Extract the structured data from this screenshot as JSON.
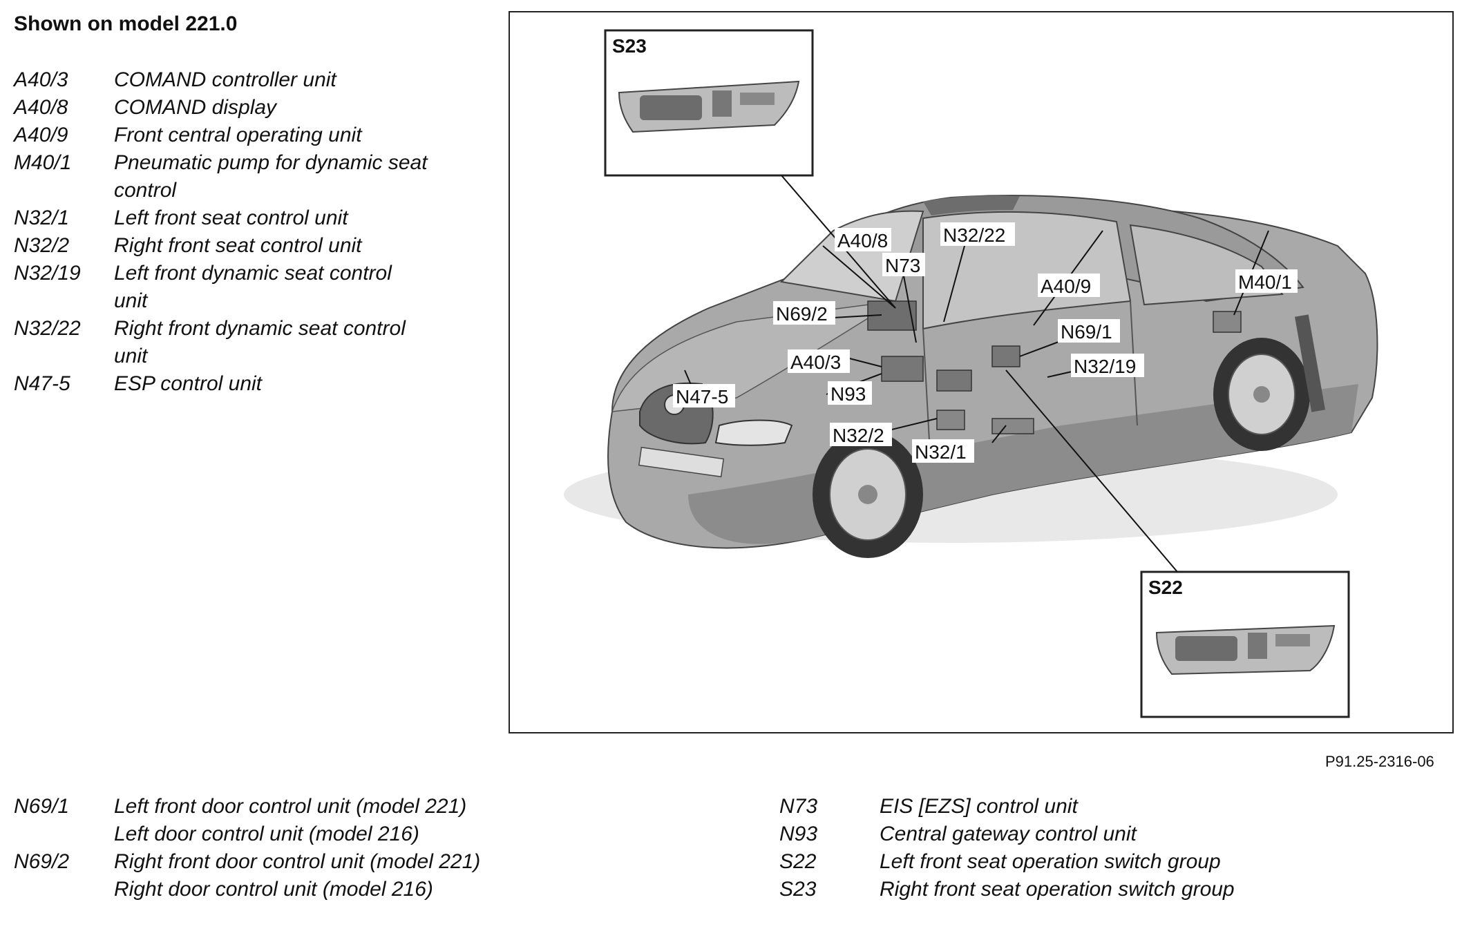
{
  "heading": "Shown on model 221.0",
  "legend_top": [
    {
      "code": "A40/3",
      "lines": [
        "COMAND controller unit"
      ]
    },
    {
      "code": "A40/8",
      "lines": [
        "COMAND display"
      ]
    },
    {
      "code": "A40/9",
      "lines": [
        "Front central operating unit"
      ]
    },
    {
      "code": "M40/1",
      "lines": [
        "Pneumatic pump for dynamic seat",
        "control"
      ]
    },
    {
      "code": "N32/1",
      "lines": [
        "Left front seat control unit"
      ]
    },
    {
      "code": "N32/2",
      "lines": [
        "Right front seat control unit"
      ]
    },
    {
      "code": "N32/19",
      "lines": [
        "Left front dynamic seat control",
        "unit"
      ]
    },
    {
      "code": "N32/22",
      "lines": [
        "Right front dynamic seat control",
        "unit"
      ]
    },
    {
      "code": "N47-5",
      "lines": [
        "ESP control unit"
      ]
    }
  ],
  "legend_bottom_left": [
    {
      "code": "N69/1",
      "lines": [
        "Left front door control unit (model 221)",
        "Left door control unit (model 216)"
      ]
    },
    {
      "code": "N69/2",
      "lines": [
        "Right front door control unit (model 221)",
        "Right door control unit (model 216)"
      ]
    }
  ],
  "legend_bottom_right": [
    {
      "code": "N73",
      "lines": [
        "EIS [EZS] control unit"
      ]
    },
    {
      "code": "N93",
      "lines": [
        "Central gateway control unit"
      ]
    },
    {
      "code": "S22",
      "lines": [
        "Left front seat operation switch group"
      ]
    },
    {
      "code": "S23",
      "lines": [
        "Right front seat operation switch group"
      ]
    }
  ],
  "figure_id": "P91.25-2316-06",
  "insets": {
    "top": "S23",
    "bottom": "S22"
  },
  "callouts": {
    "a40_8": "A40/8",
    "n32_22": "N32/22",
    "n73": "N73",
    "a40_9": "A40/9",
    "m40_1": "M40/1",
    "n69_2": "N69/2",
    "n69_1": "N69/1",
    "a40_3": "A40/3",
    "n32_19": "N32/19",
    "n47_5": "N47-5",
    "n93": "N93",
    "n32_2": "N32/2",
    "n32_1": "N32/1"
  },
  "colors": {
    "body": "#a9a9a9",
    "body_dark": "#7b7b7b",
    "glass": "#cfcfcf",
    "outline": "#222222"
  }
}
